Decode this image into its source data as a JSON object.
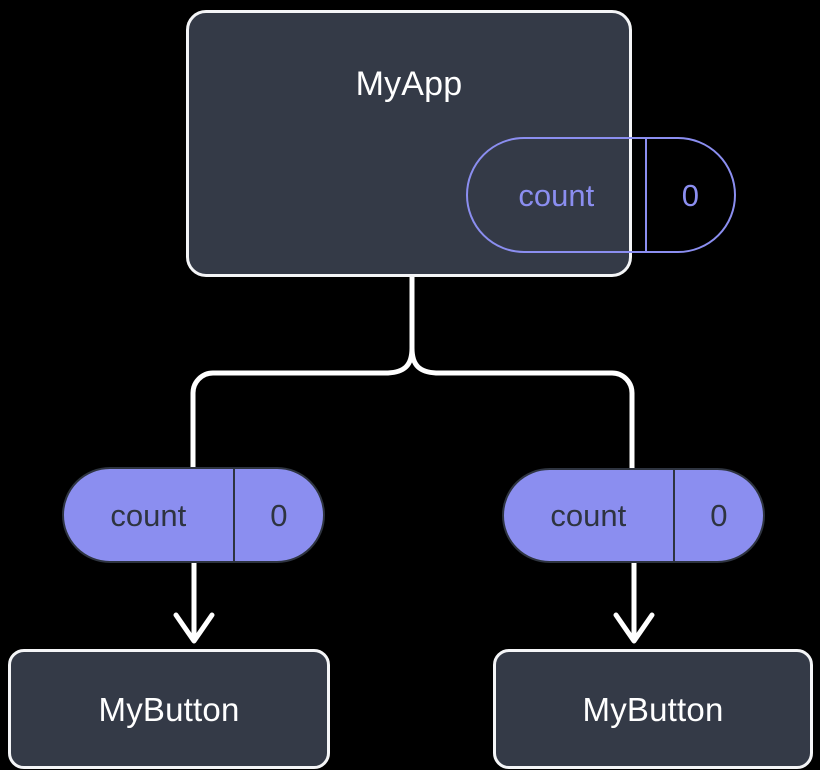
{
  "diagram": {
    "title_semantic": "component-state-propagation-tree",
    "background_color": "#000000",
    "palette": {
      "card_fill": "#343a47",
      "card_border": "#f4f5f7",
      "accent_purple": "#8b8ef0",
      "pill_text_dark": "#2e3440",
      "wire": "#ffffff"
    }
  },
  "root": {
    "label": "MyApp",
    "state_pill": {
      "key": "count",
      "value": "0"
    }
  },
  "branches": [
    {
      "side": "left",
      "prop_pill": {
        "key": "count",
        "value": "0"
      },
      "child": {
        "label": "MyButton"
      }
    },
    {
      "side": "right",
      "prop_pill": {
        "key": "count",
        "value": "0"
      },
      "child": {
        "label": "MyButton"
      }
    }
  ]
}
